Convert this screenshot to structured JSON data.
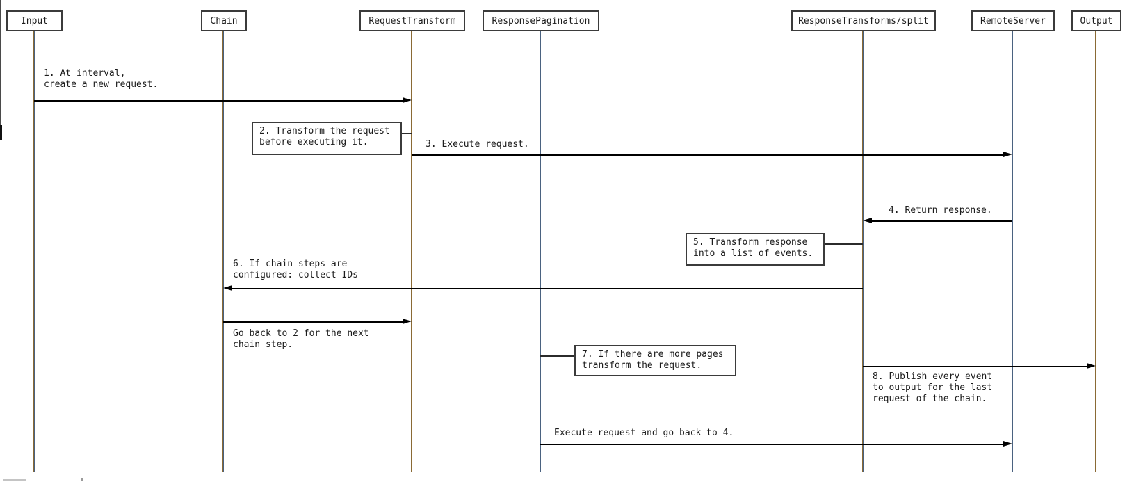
{
  "diagram": {
    "type": "sequence-diagram",
    "colors": {
      "background": "#ffffff",
      "line": "#000000",
      "box_border": "#3b3b3b",
      "text": "#1c1c1c"
    },
    "participants": [
      {
        "label": "Input"
      },
      {
        "label": "Chain"
      },
      {
        "label": "RequestTransform"
      },
      {
        "label": "ResponsePagination"
      },
      {
        "label": "ResponseTransforms/split"
      },
      {
        "label": "RemoteServer"
      },
      {
        "label": "Output"
      }
    ],
    "messages": [
      {
        "from": "Input",
        "to": "RequestTransform",
        "direction": "right",
        "label": "1. At interval,\ncreate a new request."
      },
      {
        "from": "RequestTransform",
        "to": "RemoteServer",
        "direction": "right",
        "label": "3. Execute request."
      },
      {
        "from": "RemoteServer",
        "to": "ResponseTransforms/split",
        "direction": "left",
        "label": "4. Return response."
      },
      {
        "from": "ResponseTransforms/split",
        "to": "Chain",
        "direction": "left",
        "label": "6. If chain steps are\nconfigured: collect IDs"
      },
      {
        "from": "Chain",
        "to": "RequestTransform",
        "direction": "right",
        "label": "Go back to 2 for the next\nchain step."
      },
      {
        "from": "ResponseTransforms/split",
        "to": "Output",
        "direction": "right",
        "label": "8. Publish every event\nto output for the last\nrequest of the chain."
      },
      {
        "from": "ResponsePagination",
        "to": "RemoteServer",
        "direction": "right",
        "label": "Execute request and go back to 4."
      }
    ],
    "notes": [
      {
        "at": "RequestTransform",
        "label": "2. Transform the request\nbefore executing it."
      },
      {
        "at": "ResponseTransforms/split",
        "label": "5. Transform response\ninto a list of events."
      },
      {
        "at": "ResponsePagination",
        "label": "7. If there are more pages\ntransform the request."
      }
    ]
  }
}
